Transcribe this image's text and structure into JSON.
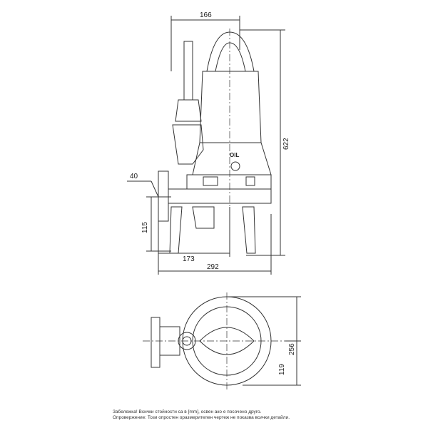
{
  "dimensions": {
    "top_width": "166",
    "height": "622",
    "flange": "40",
    "flange_height": "115",
    "inlet_offset": "173",
    "total_width": "292",
    "plan_width": "256",
    "plan_offset": "119"
  },
  "labels": {
    "oil": "OIL"
  },
  "notes": {
    "line1": "Забележка! Всички стойности са в [mm], освен ако е посочено друго.",
    "line2": "Опровержение: Този опростен оразмерителен чертеж не показва всички детайли."
  }
}
